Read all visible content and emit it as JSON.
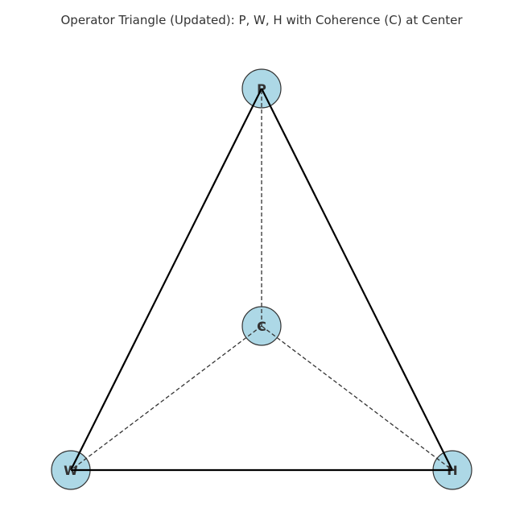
{
  "title": "Operator Triangle (Updated): P, W, H with Coherence (C) at Center",
  "colors": {
    "node_fill": "#add8e6",
    "node_stroke": "#333333",
    "edge": "#000000",
    "dashed": "#333333"
  },
  "nodes": [
    {
      "id": "P",
      "label": "P"
    },
    {
      "id": "W",
      "label": "W"
    },
    {
      "id": "H",
      "label": "H"
    },
    {
      "id": "C",
      "label": "C"
    }
  ],
  "edges": [
    {
      "from": "P",
      "to": "W",
      "style": "solid"
    },
    {
      "from": "W",
      "to": "H",
      "style": "solid"
    },
    {
      "from": "H",
      "to": "P",
      "style": "solid"
    },
    {
      "from": "C",
      "to": "P",
      "style": "dashed"
    },
    {
      "from": "C",
      "to": "W",
      "style": "dashed"
    },
    {
      "from": "C",
      "to": "H",
      "style": "dashed"
    }
  ]
}
